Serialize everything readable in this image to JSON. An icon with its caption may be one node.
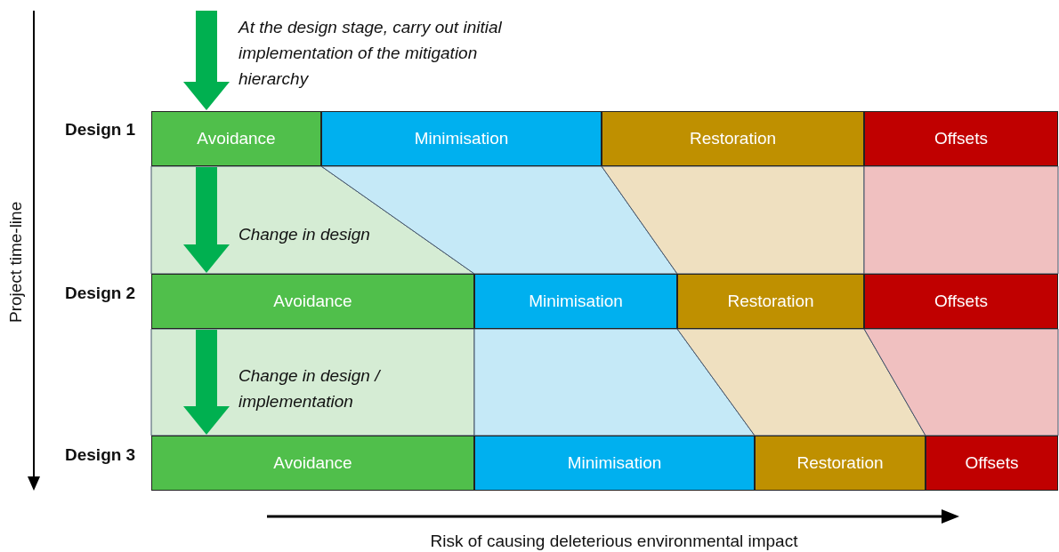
{
  "diagram": {
    "nodes": [
      {
        "text": [
          "Avoidance"
        ]
      },
      {
        "text": [
          "Minimisation"
        ]
      },
      {
        "text": [
          "Restoration"
        ]
      },
      {
        "text": [
          "Offsets"
        ]
      },
      {
        "text": [
          "Avoidance"
        ]
      },
      {
        "text": [
          "Minimisation"
        ]
      },
      {
        "text": [
          "Restoration"
        ]
      },
      {
        "text": [
          "Offsets"
        ]
      },
      {
        "text": [
          "Avoidance"
        ]
      },
      {
        "text": [
          "Minimisation"
        ]
      },
      {
        "text": [
          "Restoration"
        ]
      },
      {
        "text": [
          "Offsets"
        ]
      }
    ],
    "edges": [
      {
        "from": null,
        "to": 0,
        "arrow": "to"
      },
      {
        "from": 0,
        "to": 4,
        "arrow": "to"
      },
      {
        "from": 4,
        "to": 8,
        "arrow": "to"
      }
    ],
    "labels": [
      "At the design stage, carry out initial implementation of the mitigation hierarchy",
      "Design 1",
      "Change in design",
      "Design 2",
      "Change in design / implementation",
      "Design 3",
      "Project time-line",
      "Risk of causing deleterious environmental impact"
    ]
  }
}
